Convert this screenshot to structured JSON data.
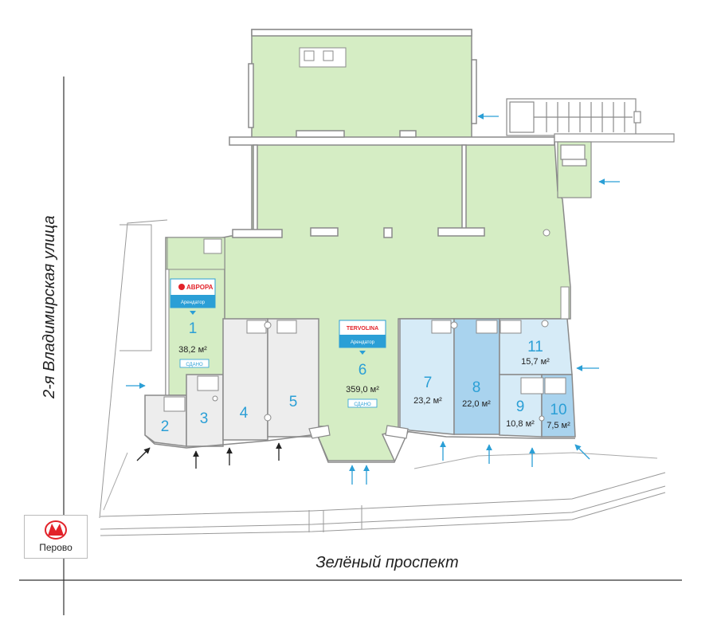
{
  "streets": {
    "vertical": "2-я Владимирская улица",
    "horizontal": "Зелёный проспект"
  },
  "metro": {
    "station": "Перово",
    "icon": "metro-m-icon",
    "color": "#e2232a"
  },
  "colors": {
    "main_green": "#d5edc4",
    "grey_unit": "#ededed",
    "light_blue": "#d6ebf7",
    "mid_blue": "#a9d3ee",
    "label_blue": "#2b9fd6",
    "walls": "#8a8a8a"
  },
  "units": [
    {
      "id": "1",
      "area": "38,2 м²",
      "status": "СДАНО",
      "tenant_brand": "АВРОРА",
      "tenant_label": "Арендатор"
    },
    {
      "id": "2"
    },
    {
      "id": "3"
    },
    {
      "id": "4"
    },
    {
      "id": "5"
    },
    {
      "id": "6",
      "area": "359,0 м²",
      "status": "СДАНО",
      "tenant_brand": "TERVOLINA",
      "tenant_label": "Арендатор"
    },
    {
      "id": "7",
      "area": "23,2 м²"
    },
    {
      "id": "8",
      "area": "22,0 м²"
    },
    {
      "id": "9",
      "area": "10,8 м²"
    },
    {
      "id": "10",
      "area": "7,5 м²"
    },
    {
      "id": "11",
      "area": "15,7 м²"
    }
  ]
}
